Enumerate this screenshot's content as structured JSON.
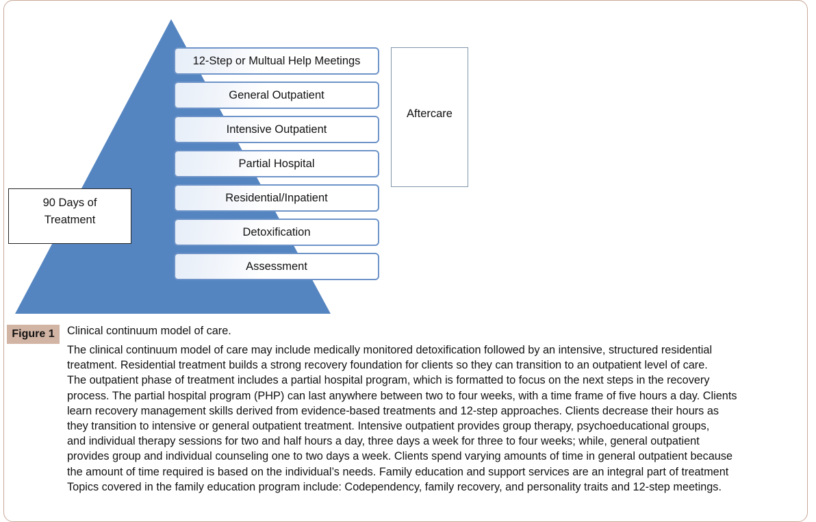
{
  "figure": {
    "levels": [
      "12-Step or Multual Help Meetings",
      "General Outpatient",
      "Intensive Outpatient",
      "Partial Hospital",
      "Residential/Inpatient",
      "Detoxification",
      "Assessment"
    ],
    "aftercare_label": "Aftercare",
    "days_label_line1": "90 Days of",
    "days_label_line2": "Treatment",
    "colors": {
      "pyramid": "#5585c0",
      "box_border": "#6d93c8",
      "caption_label_bg": "#d2b4a4"
    }
  },
  "caption": {
    "label": "Figure 1",
    "title": "Clinical continuum model of care.",
    "lines": [
      "The clinical continuum model of care may include medically monitored detoxification followed by an intensive, structured residential",
      "treatment. Residential treatment builds a strong recovery foundation for clients so they can transition to an outpatient level of care.",
      "The outpatient phase of treatment includes a partial hospital program, which is formatted to focus on the next steps in the recovery",
      "process. The partial hospital program (PHP) can last anywhere between two to four weeks, with a time frame of five hours a day. Clients",
      "learn recovery management skills derived from evidence-based treatments and 12-step approaches. Clients decrease their hours as",
      "they transition to intensive or general outpatient treatment. Intensive outpatient provides group therapy, psychoeducational groups,",
      "and individual therapy sessions for two and half hours a day, three days a week for three to four weeks; while, general outpatient",
      "provides group and individual counseling one to two days a week. Clients spend varying amounts of time in general outpatient because",
      "the amount of time required is based on the individual’s needs. Family education and support services are an integral part of treatment",
      "Topics covered in the family education program include: Codependency, family recovery, and personality traits and 12-step meetings."
    ]
  }
}
